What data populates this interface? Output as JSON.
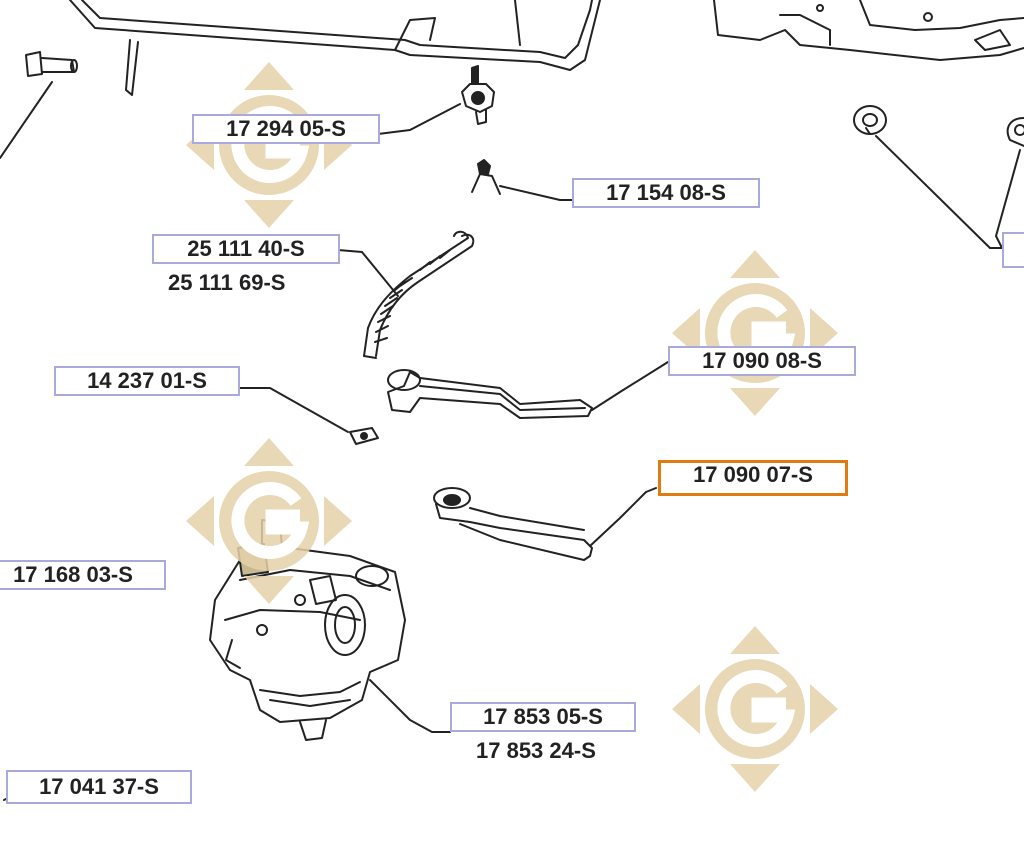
{
  "labels": {
    "p17_294_05": "17 294 05-S",
    "p17_154_08": "17 154 08-S",
    "p25_111_40": "25 111 40-S",
    "p25_111_69": "25 111 69-S",
    "p14_237_01": "14 237 01-S",
    "p17_090_08": "17 090 08-S",
    "p17_090_07": "17 090 07-S",
    "p17_168_03": "17 168 03-S",
    "p17_853_05": "17 853 05-S",
    "p17_853_24": "17 853 24-S",
    "p17_041_37": "17 041 37-S"
  },
  "colors": {
    "label_border": "#a9a9dc",
    "highlight_border": "#e07b12",
    "watermark": "#e6d2aa",
    "line": "#222222"
  },
  "watermark_icon": "g-logo-watermark"
}
